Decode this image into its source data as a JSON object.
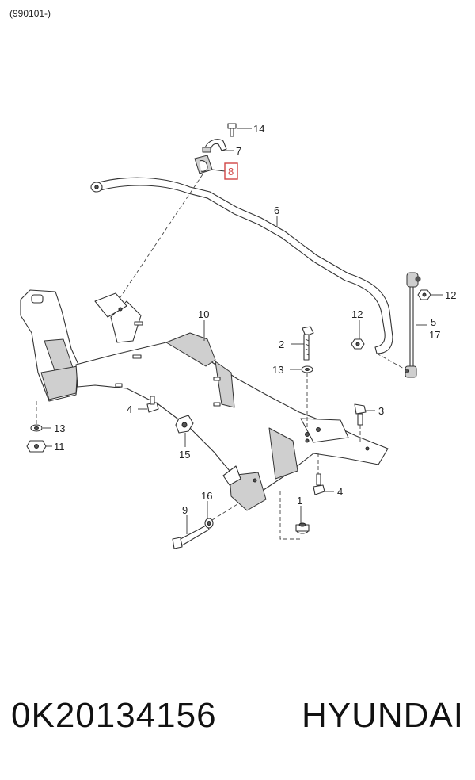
{
  "header": {
    "code": "(990101-)"
  },
  "callouts": {
    "c14": "14",
    "c7": "7",
    "c8": "8",
    "c6": "6",
    "c12a": "12",
    "c12b": "12",
    "c5": "5",
    "c17": "17",
    "c10": "10",
    "c2": "2",
    "c13a": "13",
    "c13b": "13",
    "c3": "3",
    "c4a": "4",
    "c4b": "4",
    "c11": "11",
    "c15": "15",
    "c9": "9",
    "c16": "16",
    "c1": "1"
  },
  "colors": {
    "highlight": "#d14545"
  },
  "footer": {
    "part_number": "0K20134156",
    "brand": "HYUNDAI"
  }
}
